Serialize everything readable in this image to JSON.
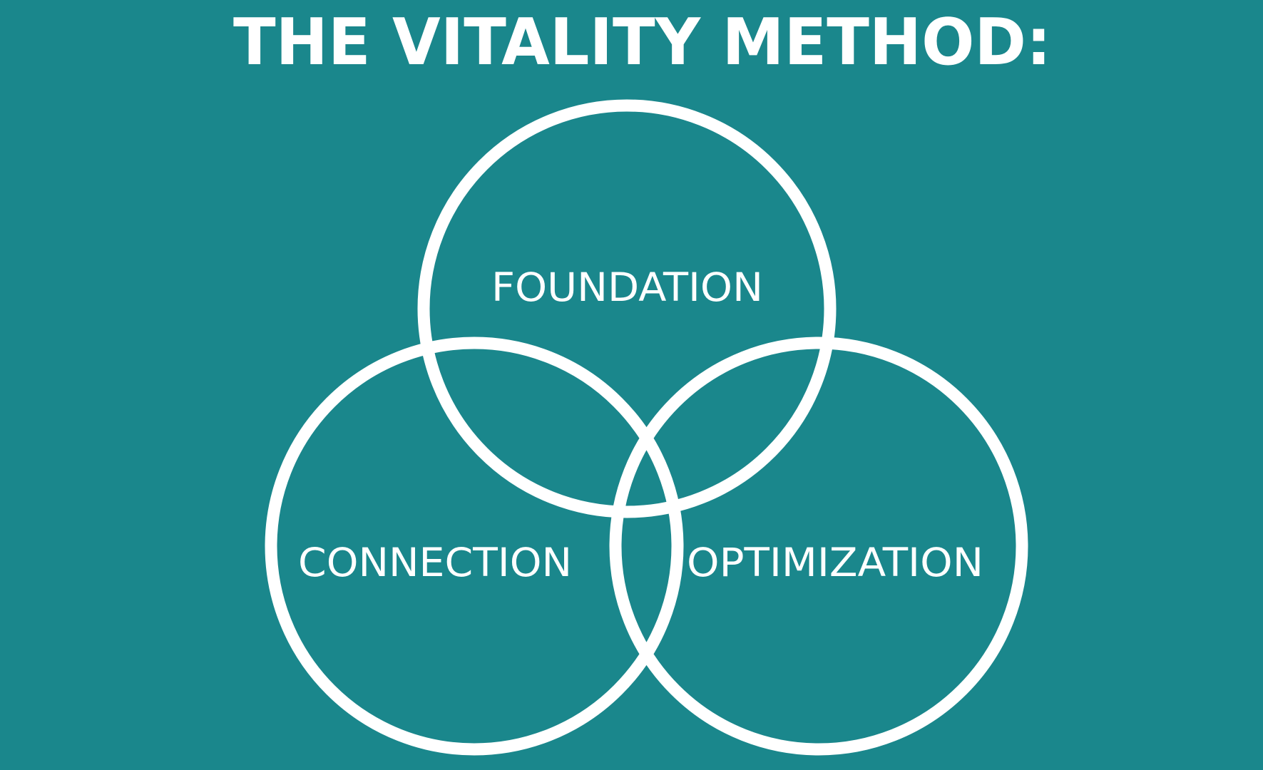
{
  "title": "THE VITALITY METHOD:",
  "circles": [
    {
      "label": "FOUNDATION"
    },
    {
      "label": "CONNECTION"
    },
    {
      "label": "OPTIMIZATION"
    }
  ],
  "colors": {
    "background": "#1a878c",
    "foreground": "#ffffff"
  }
}
